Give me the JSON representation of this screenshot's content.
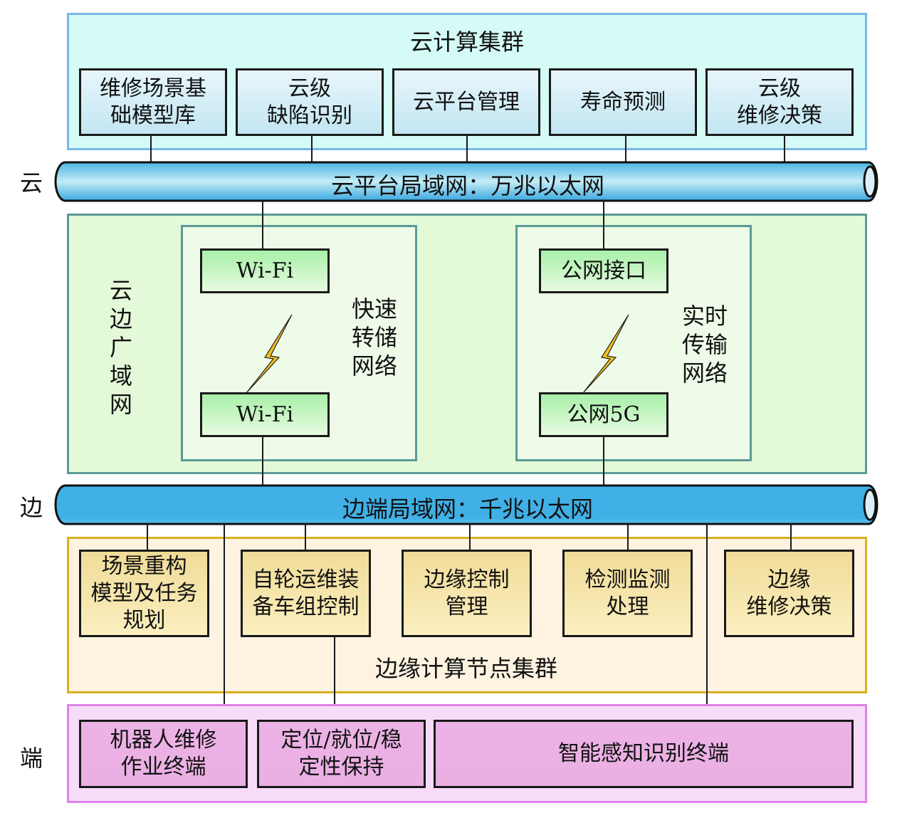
{
  "layers": {
    "cloud": "云",
    "edge": "边",
    "end": "端"
  },
  "cloud_cluster": {
    "title": "云计算集群",
    "modules": [
      "维修场景基\n础模型库",
      "云级\n缺陷识别",
      "云平台管理",
      "寿命预测",
      "云级\n维修决策"
    ]
  },
  "cloud_lan": {
    "label": "云平台局域网：万兆以太网"
  },
  "wan": {
    "title": "云\n边\n广\n域\n网",
    "left_group": {
      "label": "快速\n转储\n网络",
      "top": "Wi-Fi",
      "bottom": "Wi-Fi"
    },
    "right_group": {
      "label": "实时\n传输\n网络",
      "top": "公网接口",
      "bottom": "公网5G"
    },
    "link_icon": "lightning-icon"
  },
  "edge_lan": {
    "label": "边端局域网：千兆以太网"
  },
  "edge_cluster": {
    "title": "边缘计算节点集群",
    "modules": [
      "场景重构\n模型及任务\n规划",
      "自轮运维装\n备车组控制",
      "边缘控制\n管理",
      "检测监测\n处理",
      "边缘\n维修决策"
    ]
  },
  "terminals": {
    "modules": [
      "机器人维修\n作业终端",
      "定位/就位/稳\n定性保持",
      "智能感知识别终端"
    ]
  },
  "colors": {
    "cloud_panel": "#d4fbf6",
    "cloud_panel_border": "#7ab8e8",
    "wan_panel": "#e4f9d8",
    "wan_panel_border": "#5a9a98",
    "edge_panel": "#fdf3e0",
    "edge_panel_border": "#d8b020",
    "end_panel": "#f6dcf8",
    "end_panel_border": "#e080e8",
    "cloud_pipe": "#8fd4ec",
    "edge_pipe": "#40b0e6",
    "lightning": "#f4c020"
  }
}
